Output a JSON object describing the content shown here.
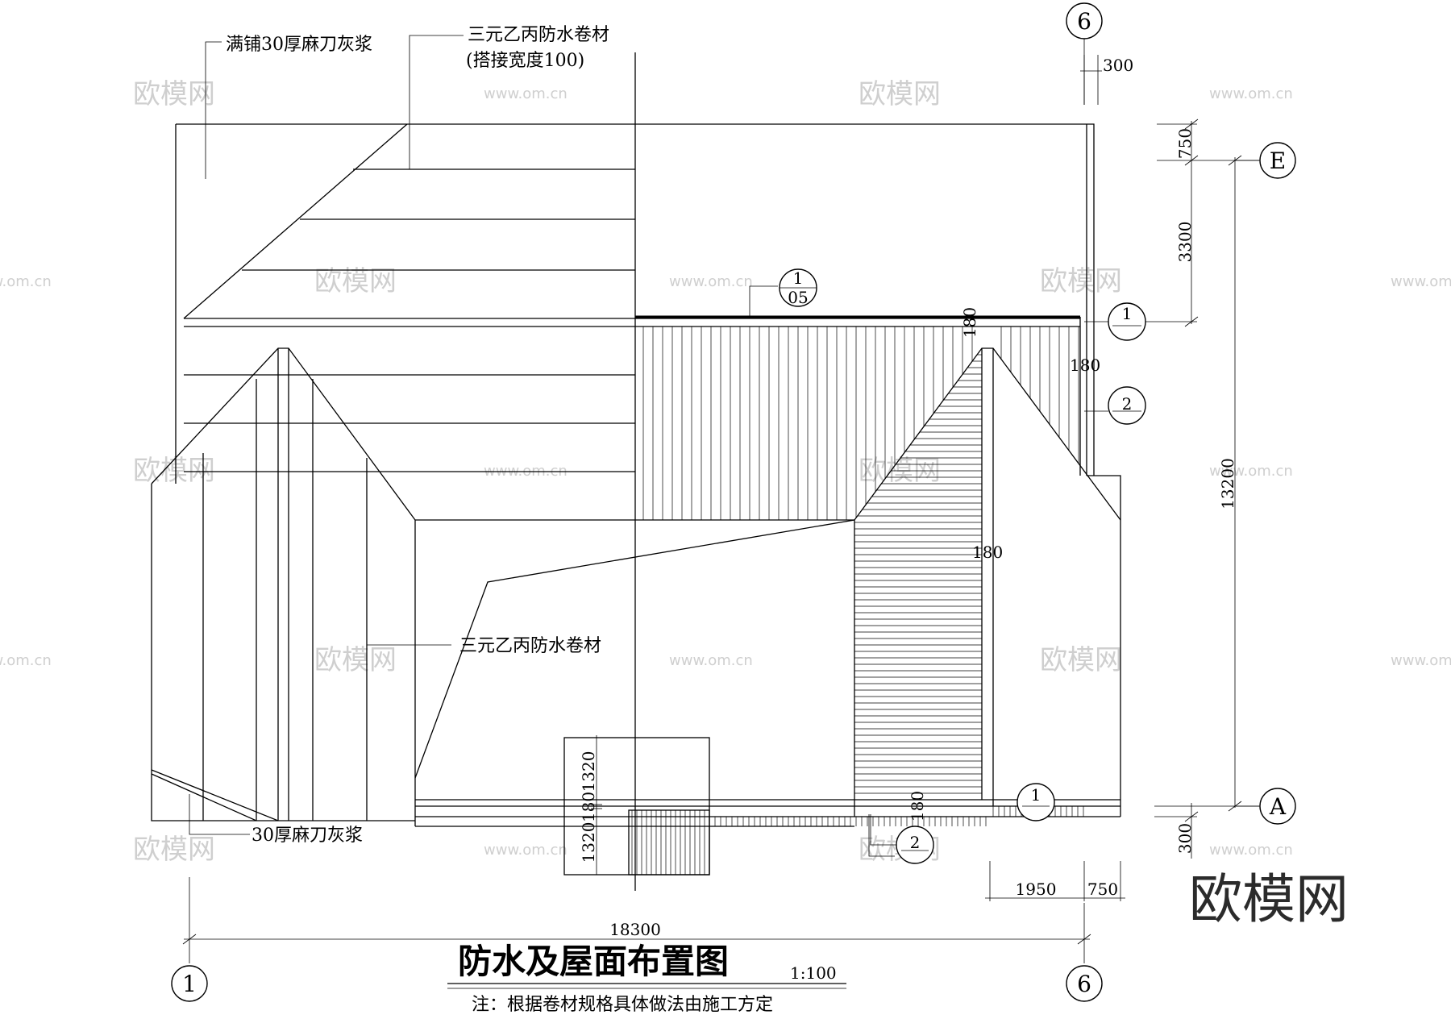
{
  "annotations": {
    "top_left": "满铺30厚麻刀灰浆",
    "top_center_1": "三元乙丙防水卷材",
    "top_center_2": "(搭接宽度100)",
    "middle": "三元乙丙防水卷材",
    "bottom_left": "30厚麻刀灰浆"
  },
  "axes": {
    "six": "6",
    "one": "1",
    "E": "E",
    "A": "A"
  },
  "dimensions": {
    "d300_top": "300",
    "d750_top": "750",
    "d3300": "3300",
    "d13200": "13200",
    "d300_bottom": "300",
    "d1950": "1950",
    "d750_bottom": "750",
    "d18300": "18300",
    "d180_a": "180",
    "d180_b": "180",
    "d180_c": "180",
    "d180_d": "180",
    "d1320_a": "1320",
    "d180_e": "180",
    "d1320_b": "1320",
    "d1320_c": "1320",
    "d180_f": "180"
  },
  "details": {
    "d1_top_num": "1",
    "d1_top_den": "05",
    "d1_right_num": "1",
    "d2_right_num": "2",
    "d1_bottom_num": "1",
    "d2_bottom_num": "2"
  },
  "title": {
    "main": "防水及屋面布置图",
    "scale": "1:100",
    "note": "注：根据卷材规格具体做法由施工方定"
  },
  "watermark": {
    "brand": "欧模网",
    "url": "www.om.cn"
  }
}
